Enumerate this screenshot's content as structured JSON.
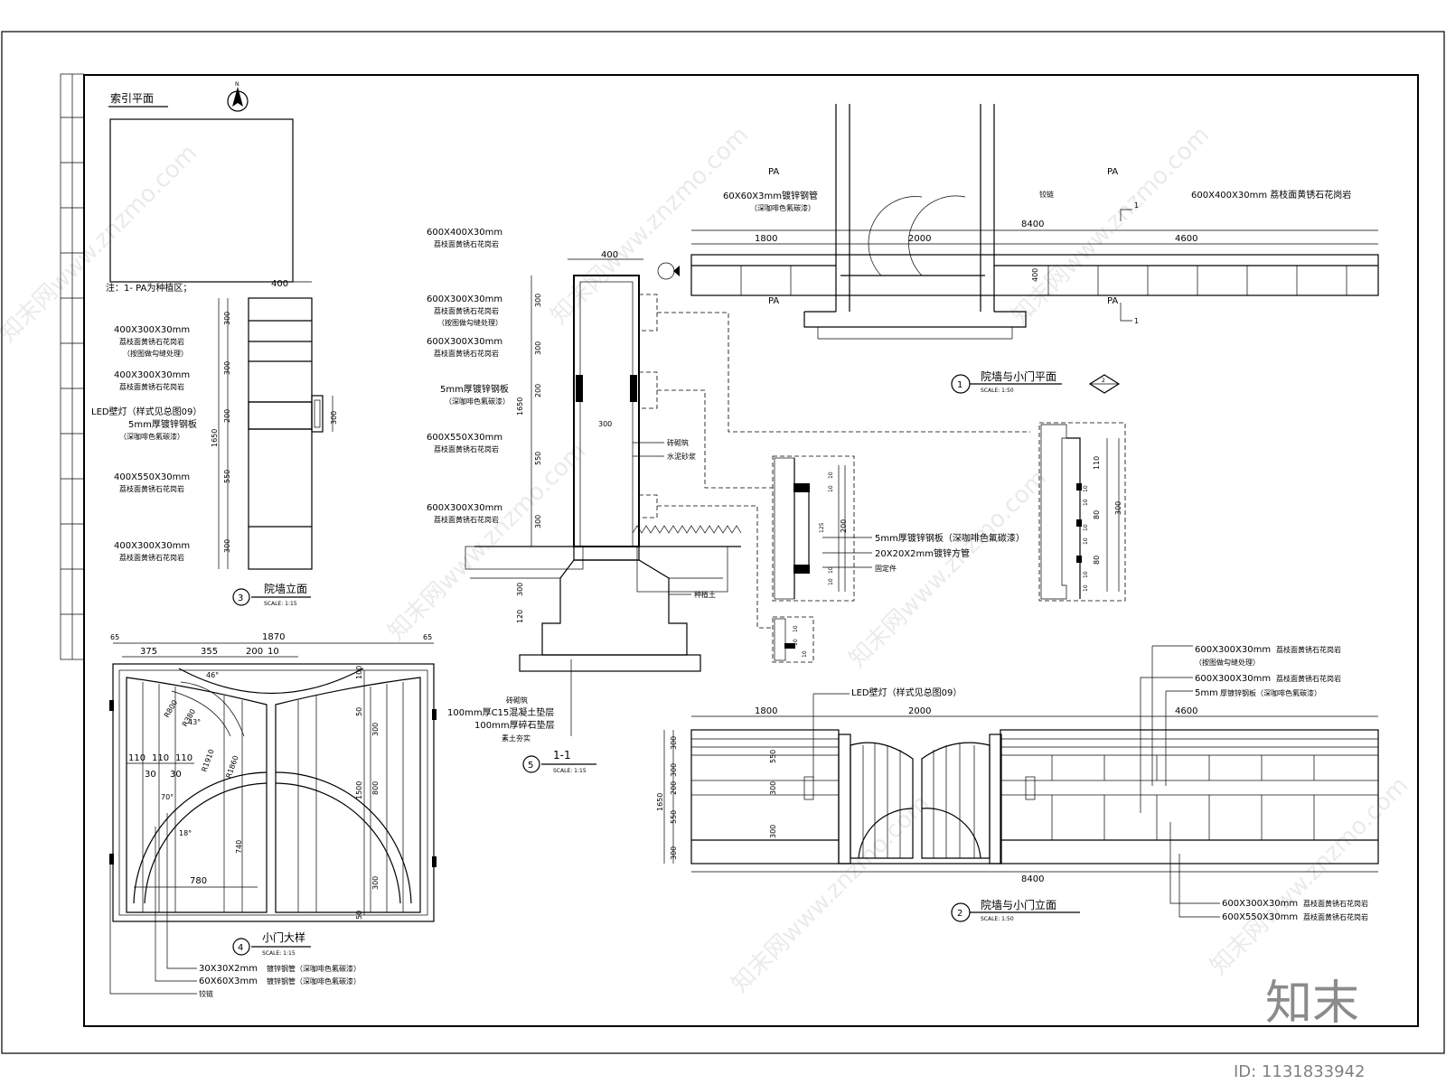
{
  "index_plan": {
    "title": "索引平面",
    "note": "注：1- PA为种植区；"
  },
  "elev3": {
    "dim_top": "400",
    "labels": [
      {
        "size": "400X300X30mm",
        "desc": "荔枝面黄锈石花岗岩",
        "sub": "（按图做勾缝处理）"
      },
      {
        "size": "400X300X30mm",
        "desc": "荔枝面黄锈石花岗岩",
        "sub": ""
      },
      {
        "size": "LED壁灯（样式见总图09）",
        "desc": "",
        "sub": ""
      },
      {
        "size": "5mm厚镀锌钢板",
        "desc": "（深咖啡色氟碳漆）",
        "sub": ""
      },
      {
        "size": "400X550X30mm",
        "desc": "荔枝面黄锈石花岗岩",
        "sub": ""
      },
      {
        "size": "400X300X30mm",
        "desc": "荔枝面黄锈石花岗岩",
        "sub": ""
      }
    ],
    "dims": [
      "300",
      "300",
      "200",
      "550",
      "300"
    ],
    "total": "1650",
    "side_dim": "300",
    "title": "院墙立面",
    "num": "3",
    "scale": "SCALE: 1:15"
  },
  "section5": {
    "top_dim": "400",
    "labels_left": [
      {
        "size": "600X400X30mm",
        "desc": "荔枝面黄锈石花岗岩"
      },
      {
        "size": "600X300X30mm",
        "desc": "荔枝面黄锈石花岗岩",
        "sub": "（按图做勾缝处理）"
      },
      {
        "size": "600X300X30mm",
        "desc": "荔枝面黄锈石花岗岩"
      },
      {
        "size": "5mm厚镀锌钢板",
        "desc": "（深咖啡色氟碳漆）"
      },
      {
        "size": "600X550X30mm",
        "desc": "荔枝面黄锈石花岗岩"
      },
      {
        "size": "600X300X30mm",
        "desc": "荔枝面黄锈石花岗岩"
      }
    ],
    "dims": [
      "300",
      "300",
      "200",
      "550",
      "300"
    ],
    "total": "1650",
    "inner_dim": "300",
    "right_labels": [
      "砖砌筑",
      "水泥砂浆",
      "种植土"
    ],
    "bottom_dims": [
      "300",
      "120"
    ],
    "bottom_labels": [
      "砖砌筑",
      "100mm厚C15混凝土垫层",
      "100mm厚碎石垫层",
      "素土夯实"
    ],
    "title": "1-1",
    "num": "5",
    "scale": "SCALE: 1:15"
  },
  "plan1": {
    "pa": [
      "PA",
      "PA",
      "PA",
      "PA"
    ],
    "pipe_label": "60X60X3mm镀锌钢管",
    "pipe_sub": "（深咖啡色氟碳漆）",
    "hinge": "铰链",
    "stone": "600X400X30mm 荔枝面黄锈石花岗岩",
    "total": "8400",
    "dims": [
      "1800",
      "2000",
      "4600"
    ],
    "depth": "400",
    "cut": "1",
    "title": "院墙与小门平面",
    "num": "1",
    "scale": "SCALE: 1:50",
    "ref_mark": "2"
  },
  "detail": {
    "labels": [
      "5mm厚镀锌钢板（深咖啡色氟碳漆）",
      "20X20X2mm镀锌方管",
      "固定件"
    ],
    "dims_a": [
      "10",
      "10",
      "125",
      "200",
      "10",
      "10"
    ],
    "dims_b": [
      "10",
      "10",
      "10"
    ],
    "dims_c": [
      "110",
      "10",
      "10",
      "80",
      "10",
      "10",
      "80",
      "10",
      "10",
      "300"
    ]
  },
  "elev2": {
    "top_labels": [
      {
        "size": "600X300X30mm",
        "desc": "荔枝面黄锈石花岗岩"
      },
      {
        "size": "（按图做勾缝处理）",
        "desc": ""
      },
      {
        "size": "600X300X30mm",
        "desc": "荔枝面黄锈石花岗岩"
      },
      {
        "size": "5mm",
        "desc": "厚镀锌钢板（深咖啡色氟碳漆）"
      }
    ],
    "led": "LED壁灯（样式见总图09）",
    "dims_top": [
      "1800",
      "2000",
      "4600"
    ],
    "left_dims": [
      "300",
      "300",
      "200",
      "550",
      "300"
    ],
    "total_v": "1650",
    "inner_dims": [
      "550",
      "300",
      "300"
    ],
    "total": "8400",
    "bottom_labels": [
      {
        "size": "600X300X30mm",
        "desc": "荔枝面黄锈石花岗岩"
      },
      {
        "size": "600X550X30mm",
        "desc": "荔枝面黄锈石花岗岩"
      }
    ],
    "title": "院墙与小门立面",
    "num": "2",
    "scale": "SCALE: 1:50"
  },
  "gate4": {
    "top_total": "1870",
    "edge": [
      "65",
      "65"
    ],
    "top_dims": [
      "375",
      "355",
      "200",
      "10"
    ],
    "angles": [
      "46°",
      "43°",
      "70°",
      "18°"
    ],
    "radii": [
      "R800",
      "R380",
      "R1910",
      "R1860"
    ],
    "bar_dims": [
      "110",
      "110",
      "110",
      "30",
      "30"
    ],
    "right_dims": [
      "100",
      "50",
      "300",
      "800",
      "1500",
      "300",
      "50"
    ],
    "v740": "740",
    "h780": "780",
    "labels": [
      {
        "size": "30X30X2mm",
        "desc": "镀锌钢管（深咖啡色氟碳漆）"
      },
      {
        "size": "60X60X3mm",
        "desc": "镀锌钢管（深咖啡色氟碳漆）"
      },
      {
        "size": "铰链",
        "desc": ""
      }
    ],
    "title": "小门大样",
    "num": "4",
    "scale": "SCALE: 1:15"
  },
  "watermark": {
    "brand": "知末",
    "id": "ID: 1131833942",
    "site": "知末网www.znzmo.com"
  }
}
